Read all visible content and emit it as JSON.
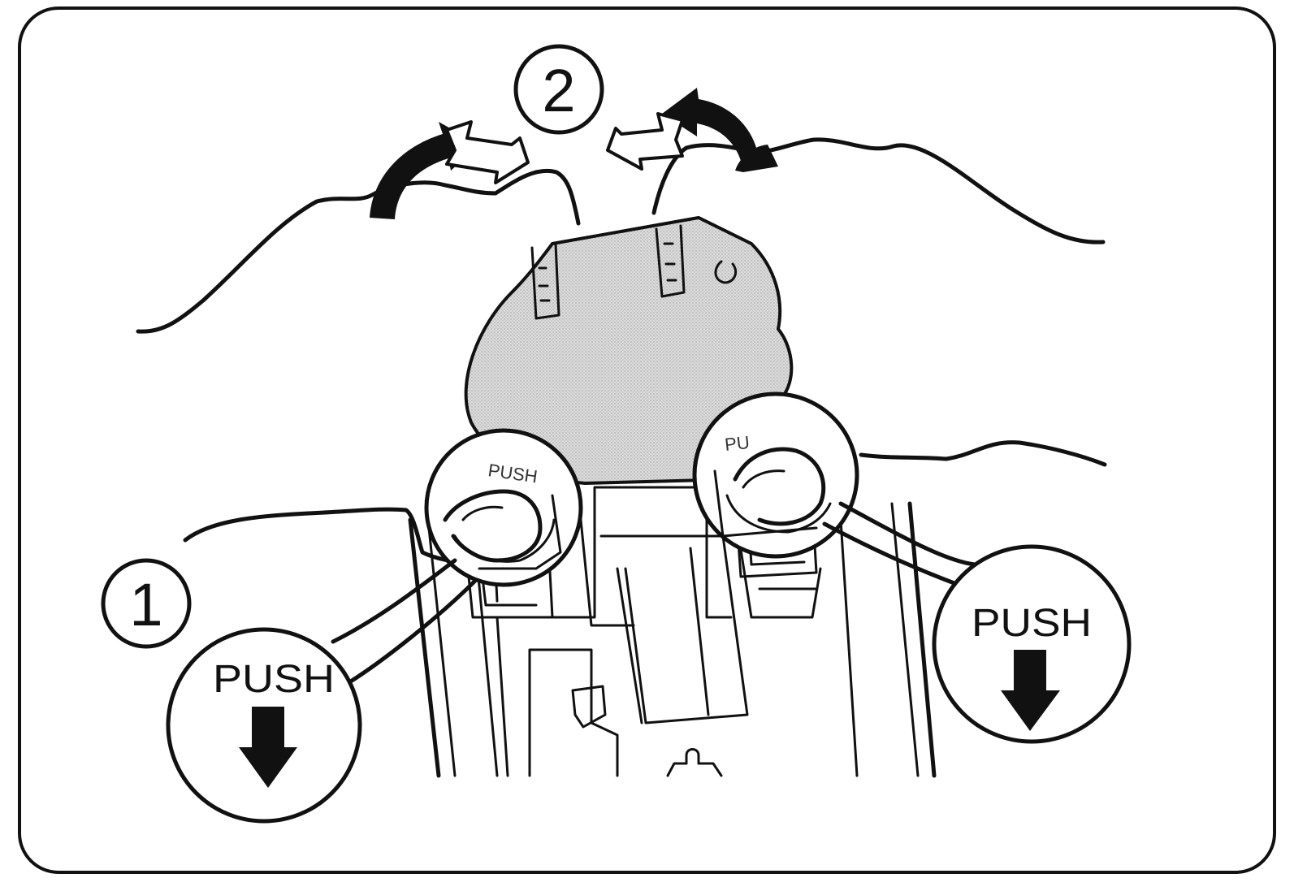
{
  "diagram": {
    "steps": [
      {
        "number": "1"
      },
      {
        "number": "2"
      }
    ],
    "callouts": [
      {
        "label": "PUSH",
        "side": "left"
      },
      {
        "label": "PUSH",
        "side": "right"
      }
    ],
    "button_labels": [
      "PUSH",
      "PU"
    ],
    "colors": {
      "line": "#111111",
      "battery_fill": "#d8d8d8",
      "background": "#ffffff"
    }
  }
}
